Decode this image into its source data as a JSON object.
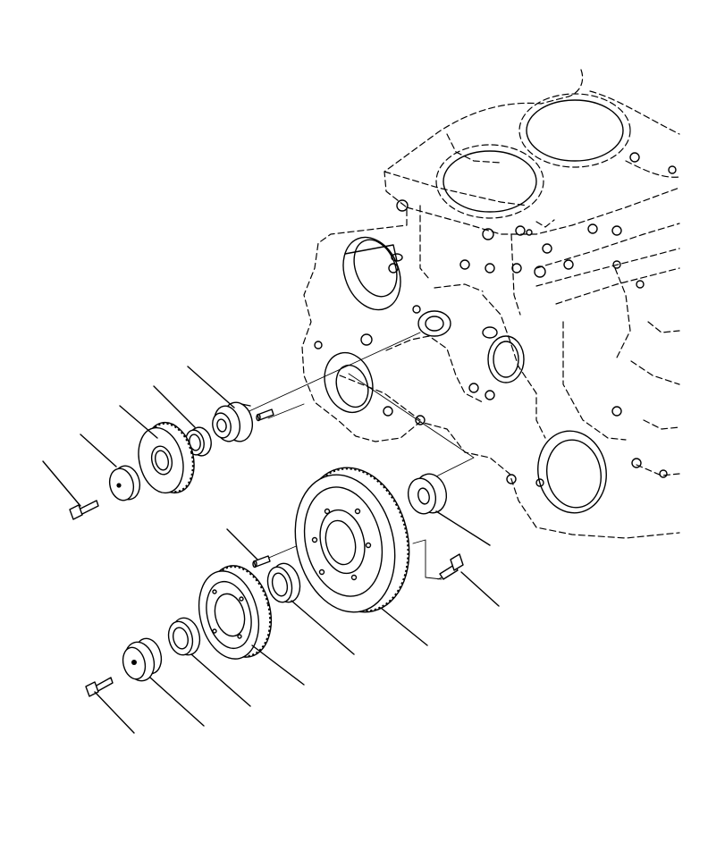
{
  "figure": {
    "background": "#ffffff",
    "ink": "#000000",
    "parts": [
      {
        "id": "engine-block",
        "icon": "cylinder-block"
      },
      {
        "id": "idler-shaft",
        "icon": "stepped-shaft"
      },
      {
        "id": "roll-pin-upper",
        "icon": "pin"
      },
      {
        "id": "bushing-upper",
        "icon": "bushing"
      },
      {
        "id": "idler-gear-small",
        "icon": "spur-gear"
      },
      {
        "id": "thrust-plate-upper",
        "icon": "washer"
      },
      {
        "id": "bolt-upper",
        "icon": "hex-bolt"
      },
      {
        "id": "spacer-collar",
        "icon": "collar"
      },
      {
        "id": "idler-gear-large",
        "icon": "spur-gear"
      },
      {
        "id": "roll-pin-lower",
        "icon": "pin"
      },
      {
        "id": "bushing-lower",
        "icon": "bushing"
      },
      {
        "id": "idler-gear-medium",
        "icon": "spur-gear"
      },
      {
        "id": "bushing-small",
        "icon": "bushing"
      },
      {
        "id": "idler-shaft-lower",
        "icon": "stepped-shaft"
      },
      {
        "id": "bolt-lower",
        "icon": "hex-bolt"
      },
      {
        "id": "bolt-right",
        "icon": "hex-bolt"
      }
    ]
  }
}
